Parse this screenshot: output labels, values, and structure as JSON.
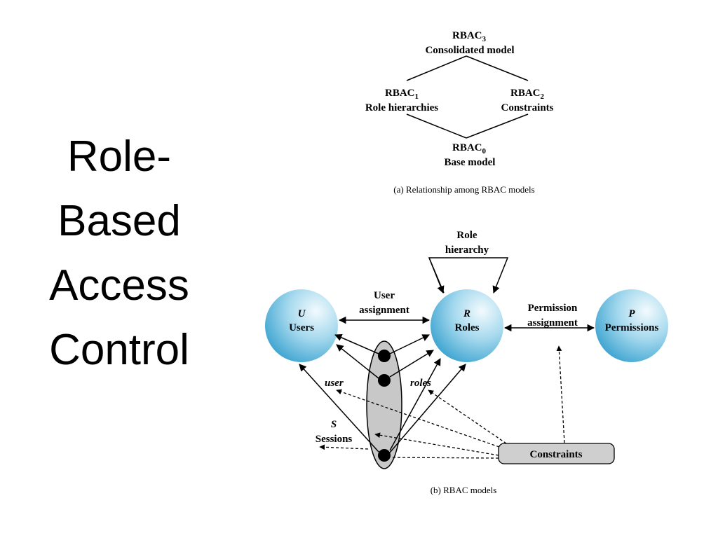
{
  "slide": {
    "title_lines": [
      "Role-",
      "Based",
      "Access",
      "Control"
    ]
  },
  "diagram_a": {
    "rbac3": {
      "name": "RBAC",
      "sub": "3",
      "desc": "Consolidated model"
    },
    "rbac1": {
      "name": "RBAC",
      "sub": "1",
      "desc": "Role hierarchies"
    },
    "rbac2": {
      "name": "RBAC",
      "sub": "2",
      "desc": "Constraints"
    },
    "rbac0": {
      "name": "RBAC",
      "sub": "0",
      "desc": "Base model"
    },
    "caption": "(a) Relationship among RBAC models"
  },
  "diagram_b": {
    "role_hierarchy": [
      "Role",
      "hierarchy"
    ],
    "user_assignment": [
      "User",
      "assignment"
    ],
    "permission_assignment": [
      "Permission",
      "assignment"
    ],
    "users": {
      "symbol": "U",
      "label": "Users"
    },
    "roles": {
      "symbol": "R",
      "label": "Roles"
    },
    "permissions": {
      "symbol": "P",
      "label": "Permissions"
    },
    "user_fn": "user",
    "roles_fn": "roles",
    "sessions": {
      "symbol": "S",
      "label": "Sessions"
    },
    "constraints": "Constraints",
    "caption": "(b) RBAC models"
  },
  "colors": {
    "circle_light": "#eef8fc",
    "circle_dark": "#3aa6d3",
    "session_fill": "#c8c8c8",
    "constraints_fill": "#cfcfcf"
  }
}
